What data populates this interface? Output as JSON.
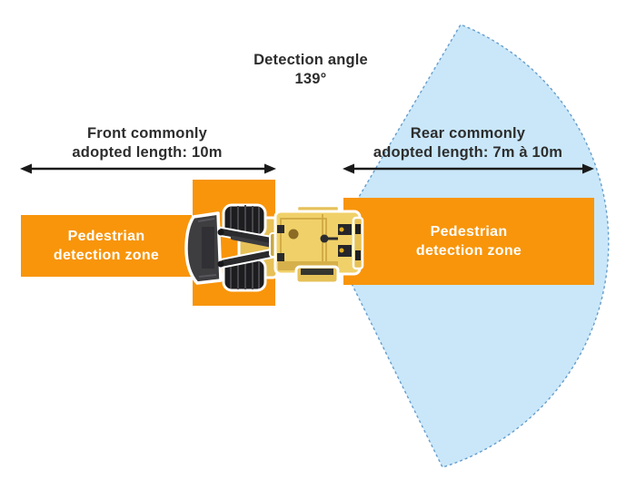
{
  "title": "Pedestrian detection zones diagram",
  "colors": {
    "zone_orange": "#F8950B",
    "sector_fill": "#C9E7F9",
    "sector_border": "#669DCC",
    "arrow_black": "#1A1A1A",
    "label_text": "#2D2D2D",
    "zone_label_text": "#FFFFFF"
  },
  "detection_angle": {
    "label": "Detection angle",
    "value": "139°"
  },
  "front_measure": {
    "line1": "Front commonly",
    "line2": "adopted length: 10m"
  },
  "rear_measure": {
    "line1": "Rear commonly",
    "line2": "adopted length: 7m à 10m"
  },
  "front_zone": {
    "line1": "Pedestrian",
    "line2": "detection zone"
  },
  "rear_zone": {
    "line1": "Pedestrian",
    "line2": "detection zone"
  },
  "vehicle": {
    "name": "wheel loader top view"
  }
}
